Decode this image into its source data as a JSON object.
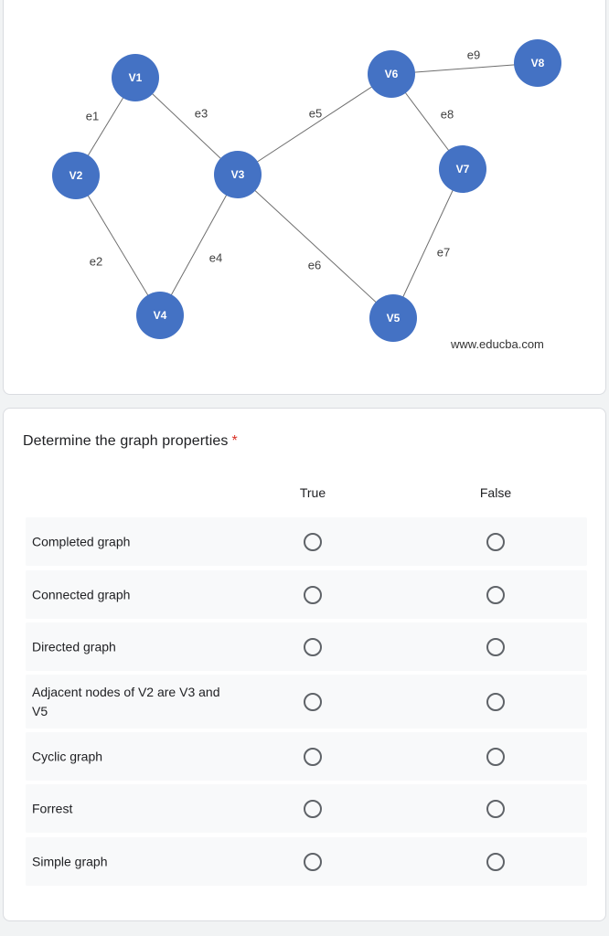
{
  "graph": {
    "node_color": "#4472c4",
    "edge_color": "#6e6e6e",
    "nodes": [
      {
        "id": "V1",
        "label": "V1"
      },
      {
        "id": "V2",
        "label": "V2"
      },
      {
        "id": "V3",
        "label": "V3"
      },
      {
        "id": "V4",
        "label": "V4"
      },
      {
        "id": "V5",
        "label": "V5"
      },
      {
        "id": "V6",
        "label": "V6"
      },
      {
        "id": "V7",
        "label": "V7"
      },
      {
        "id": "V8",
        "label": "V8"
      }
    ],
    "edges": [
      {
        "label": "e1",
        "from": "V1",
        "to": "V2"
      },
      {
        "label": "e2",
        "from": "V2",
        "to": "V4"
      },
      {
        "label": "e3",
        "from": "V1",
        "to": "V3"
      },
      {
        "label": "e4",
        "from": "V3",
        "to": "V4"
      },
      {
        "label": "e5",
        "from": "V3",
        "to": "V6"
      },
      {
        "label": "e6",
        "from": "V3",
        "to": "V5"
      },
      {
        "label": "e7",
        "from": "V7",
        "to": "V5"
      },
      {
        "label": "e8",
        "from": "V6",
        "to": "V7"
      },
      {
        "label": "e9",
        "from": "V6",
        "to": "V8"
      }
    ],
    "watermark": "www.educba.com"
  },
  "question": {
    "title": "Determine the graph properties",
    "required_mark": "*",
    "columns": [
      "True",
      "False"
    ],
    "rows": [
      {
        "label": "Completed graph"
      },
      {
        "label": "Connected graph"
      },
      {
        "label": "Directed graph"
      },
      {
        "label": "Adjacent nodes of V2 are V3 and V5"
      },
      {
        "label": "Cyclic graph"
      },
      {
        "label": "Forrest"
      },
      {
        "label": "Simple graph"
      }
    ]
  }
}
